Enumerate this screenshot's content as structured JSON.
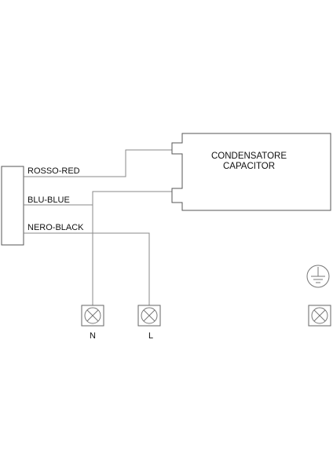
{
  "wires": {
    "red": "ROSSO-RED",
    "blue": "BLU-BLUE",
    "black": "NERO-BLACK"
  },
  "capacitor": {
    "line1": "CONDENSATORE",
    "line2": "CAPACITOR"
  },
  "terminals": {
    "neutral": "N",
    "live": "L"
  },
  "icons": {
    "ground": "ground-icon",
    "terminal": "terminal-x-icon"
  }
}
